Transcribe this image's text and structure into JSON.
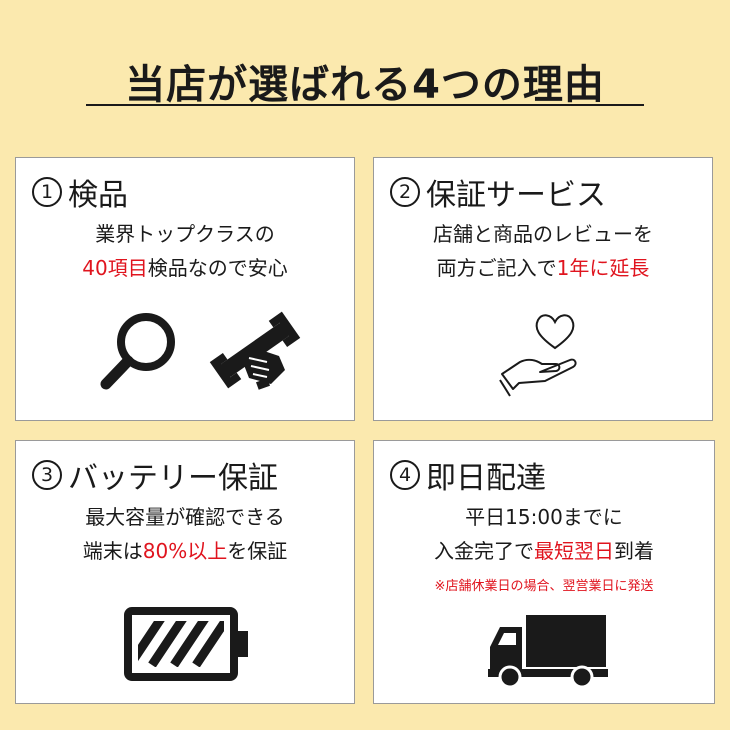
{
  "title": "当店が選ばれる4つの理由",
  "cards": [
    {
      "number": "1",
      "heading": "検品",
      "line1": "業界トップクラスの",
      "line2_red": "40項目",
      "line2_rest": "検品なので安心"
    },
    {
      "number": "2",
      "heading": "保証サービス",
      "line1": "店舗と商品のレビューを",
      "line2_pre": "両方ご記入で",
      "line2_red": "1年に延長"
    },
    {
      "number": "3",
      "heading": "バッテリー保証",
      "line1": "最大容量が確認できる",
      "line2_pre": "端末は",
      "line2_red": "80%以上",
      "line2_rest": "を保証"
    },
    {
      "number": "4",
      "heading": "即日配達",
      "line1": "平日15:00までに",
      "line2_pre": "入金完了で",
      "line2_red": "最短翌日",
      "line2_rest": "到着",
      "note": "※店舗休業日の場合、翌営業日に発送"
    }
  ],
  "icons": [
    "magnifier-icon",
    "wrench-hand-icon",
    "heart-hand-icon",
    "battery-icon",
    "truck-icon"
  ],
  "colors": {
    "background": "#fbe9ae",
    "accent_red": "#e0141e",
    "card_bg": "#ffffff"
  }
}
